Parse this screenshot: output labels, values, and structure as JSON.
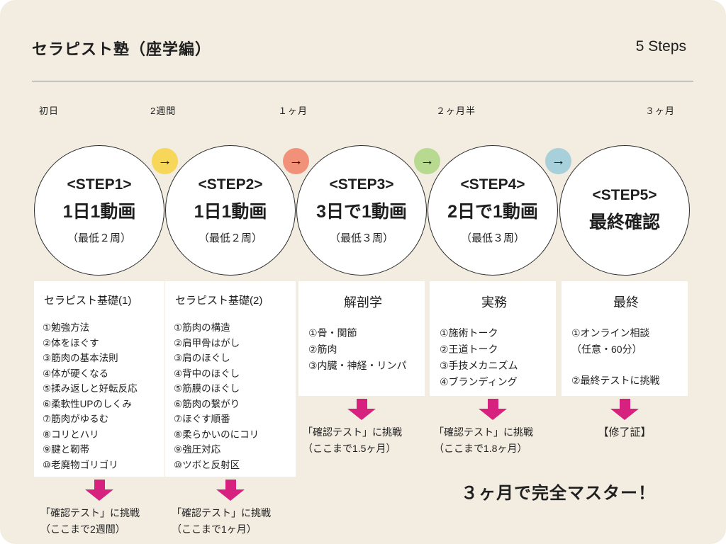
{
  "header": {
    "title": "セラピスト塾（座学編）",
    "steps_label": "5 Steps"
  },
  "timeline": {
    "labels": [
      "初日",
      "2週間",
      "１ヶ月",
      "２ヶ月半",
      "３ヶ月"
    ]
  },
  "connectors": [
    {
      "icon": "→",
      "color": "#f6d75a"
    },
    {
      "icon": "→",
      "color": "#f29179"
    },
    {
      "icon": "→",
      "color": "#b8da90"
    },
    {
      "icon": "→",
      "color": "#a7d0da"
    }
  ],
  "columns": [
    {
      "step_tag": "<STEP1>",
      "step_title": "1日1動画",
      "step_note": "（最低２周）",
      "box_title": "セラピスト基礎(1)",
      "items": [
        "①勉強方法",
        "②体をほぐす",
        "③筋肉の基本法則",
        "④体が硬くなる",
        "⑤揉み返しと好転反応",
        "⑥柔軟性UPのしくみ",
        "⑦筋肉がゆるむ",
        "⑧コリとハリ",
        "⑨腱と靭帯",
        "⑩老廃物ゴリゴリ"
      ],
      "challenge": [
        "「確認テスト」に挑戦",
        "（ここまで2週間）"
      ]
    },
    {
      "step_tag": "<STEP2>",
      "step_title": "1日1動画",
      "step_note": "（最低２周）",
      "box_title": "セラピスト基礎(2)",
      "items": [
        "①筋肉の構造",
        "②肩甲骨はがし",
        "③肩のほぐし",
        "④背中のほぐし",
        "⑤筋膜のほぐし",
        "⑥筋肉の繋がり",
        "⑦ほぐす順番",
        "⑧柔らかいのにコリ",
        "⑨強圧対応",
        "⑩ツボと反射区"
      ],
      "challenge": [
        "「確認テスト」に挑戦",
        "（ここまで1ヶ月）"
      ]
    },
    {
      "step_tag": "<STEP3>",
      "step_title": "3日で1動画",
      "step_note": "（最低３周）",
      "box_title": "解剖学",
      "items": [
        "①骨・関節",
        "②筋肉",
        "③内臓・神経・リンパ"
      ],
      "challenge": [
        "「確認テスト」に挑戦",
        "（ここまで1.5ヶ月）"
      ]
    },
    {
      "step_tag": "<STEP4>",
      "step_title": "2日で1動画",
      "step_note": "（最低３周）",
      "box_title": "実務",
      "items": [
        "①施術トーク",
        "②王道トーク",
        "③手技メカニズム",
        "④ブランディング"
      ],
      "challenge": [
        "「確認テスト」に挑戦",
        "（ここまで1.8ヶ月）"
      ]
    },
    {
      "step_tag": "<STEP5>",
      "step_title": "最終確認",
      "step_note": "",
      "box_title": "最終",
      "items": [
        "①オンライン相談",
        "（任意・60分）",
        "",
        "②最終テストに挑戦"
      ],
      "challenge": [
        "【修了証】"
      ]
    }
  ],
  "footer": {
    "message": "３ヶ月で完全マスター！"
  },
  "colors": {
    "background": "#f2ece1",
    "highlight_arrow": "#d6217f"
  }
}
